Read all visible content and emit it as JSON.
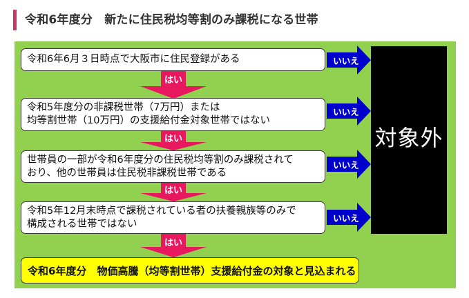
{
  "header": {
    "title": "令和6年度分　新たに住民税均等割のみ課税になる世帯",
    "accent_color": "#c8376a"
  },
  "flowchart": {
    "panel_color": "#92d050",
    "steps": [
      {
        "lines": [
          "令和6年6月３日時点で大阪市に住民登録がある"
        ]
      },
      {
        "lines": [
          "令和5年度分の非課税世帯（7万円）または",
          "均等割世帯（10万円）の支援給付金対象世帯ではない"
        ]
      },
      {
        "lines": [
          "世帯員の一部が令和6年度分の住民税均等割のみ課税されて",
          "おり、他の世帯員は住民税非課税世帯である"
        ]
      },
      {
        "lines": [
          "令和5年12月末時点で課税されている者の扶養親族等のみで",
          "構成される世帯ではない"
        ]
      }
    ],
    "yes_label": "はい",
    "no_label": "いいえ",
    "yes_color": "#e8185e",
    "no_color": "#0000cc",
    "result": "令和6年度分　物価高騰（均等割世帯）支援給付金の対象と見込まれる",
    "result_color": "#ffff00",
    "excluded_label": "対象外"
  }
}
